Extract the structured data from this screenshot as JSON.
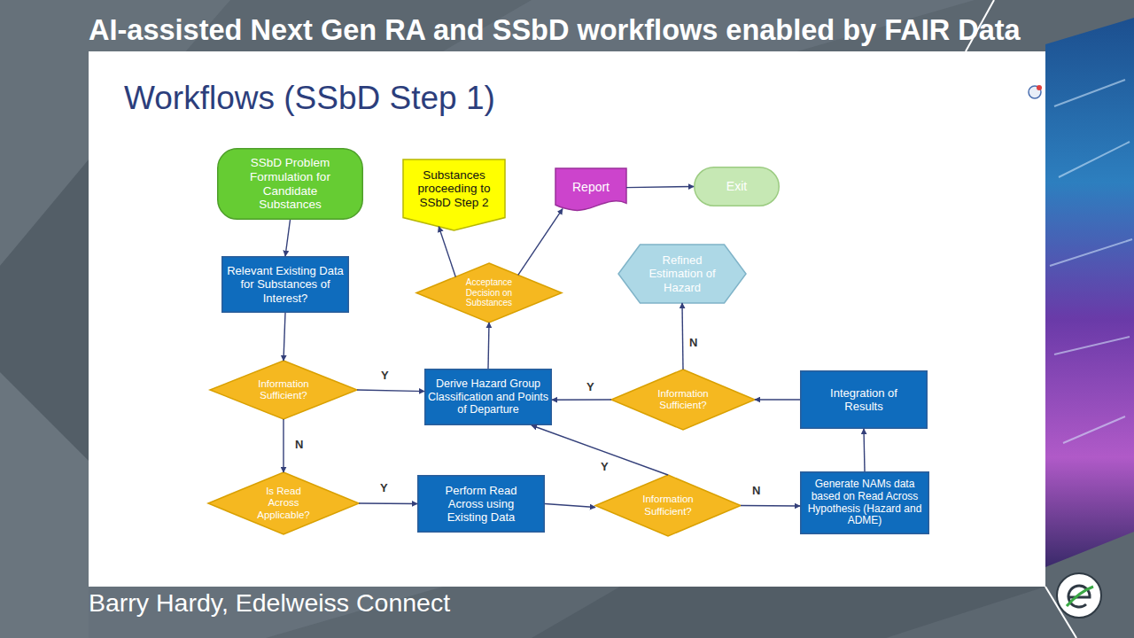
{
  "diagram": {
    "title": "Workflows (SSbD Step 1)",
    "caption": "Barry Hardy, Edelweiss Connect",
    "nodes": [
      {
        "text": [
          "SSbD Problem Formulation for Candidate Substances"
        ]
      },
      {
        "text": [
          "Substances proceeding to SSbD Step 2"
        ]
      },
      {
        "text": [
          "Report"
        ]
      },
      {
        "text": [
          "Exit"
        ]
      },
      {
        "text": [
          "Acceptance Decision on Substances"
        ]
      },
      {
        "text": [
          "Refined Estimation of Hazard"
        ]
      },
      {
        "text": [
          "Relevant Existing Data for Substances of Interest?"
        ]
      },
      {
        "text": [
          "Information Sufficient?"
        ]
      },
      {
        "text": [
          "Derive Hazard Group Classification and Points of Departure"
        ]
      },
      {
        "text": [
          "Information Sufficient?"
        ]
      },
      {
        "text": [
          "Integration of Results"
        ]
      },
      {
        "text": [
          "Is Read Across Applicable?"
        ]
      },
      {
        "text": [
          "Perform Read Across using Existing Data"
        ]
      },
      {
        "text": [
          "Information Sufficient?"
        ]
      },
      {
        "text": [
          "Generate NAMs data based on Read Across Hypothesis (Hazard and ADME)"
        ]
      }
    ],
    "edges": [
      {
        "from": 0,
        "to": 6,
        "arrow": "to"
      },
      {
        "from": 6,
        "to": 7,
        "arrow": "to"
      },
      {
        "from": 7,
        "to": 8,
        "label": "Y",
        "arrow": "to"
      },
      {
        "from": 7,
        "to": 11,
        "label": "N",
        "arrow": "to"
      },
      {
        "from": 11,
        "to": 12,
        "label": "Y",
        "arrow": "to"
      },
      {
        "from": 12,
        "to": 13,
        "arrow": "to"
      },
      {
        "from": 13,
        "to": 8,
        "label": "Y",
        "arrow": "to"
      },
      {
        "from": 13,
        "to": 14,
        "label": "N",
        "arrow": "to"
      },
      {
        "from": 14,
        "to": 10,
        "arrow": "to"
      },
      {
        "from": 10,
        "to": 9,
        "arrow": "to"
      },
      {
        "from": 9,
        "to": 8,
        "label": "Y",
        "arrow": "to"
      },
      {
        "from": 9,
        "to": 5,
        "label": "N",
        "arrow": "to"
      },
      {
        "from": 8,
        "to": 4,
        "arrow": "to"
      },
      {
        "from": 4,
        "to": 1,
        "arrow": "to"
      },
      {
        "from": 4,
        "to": 2,
        "arrow": "to"
      },
      {
        "from": 2,
        "to": 3,
        "arrow": "to"
      }
    ],
    "labels": [
      "AI-assisted Next Gen RA and SSbD workflows enabled by FAIR Data"
    ]
  }
}
